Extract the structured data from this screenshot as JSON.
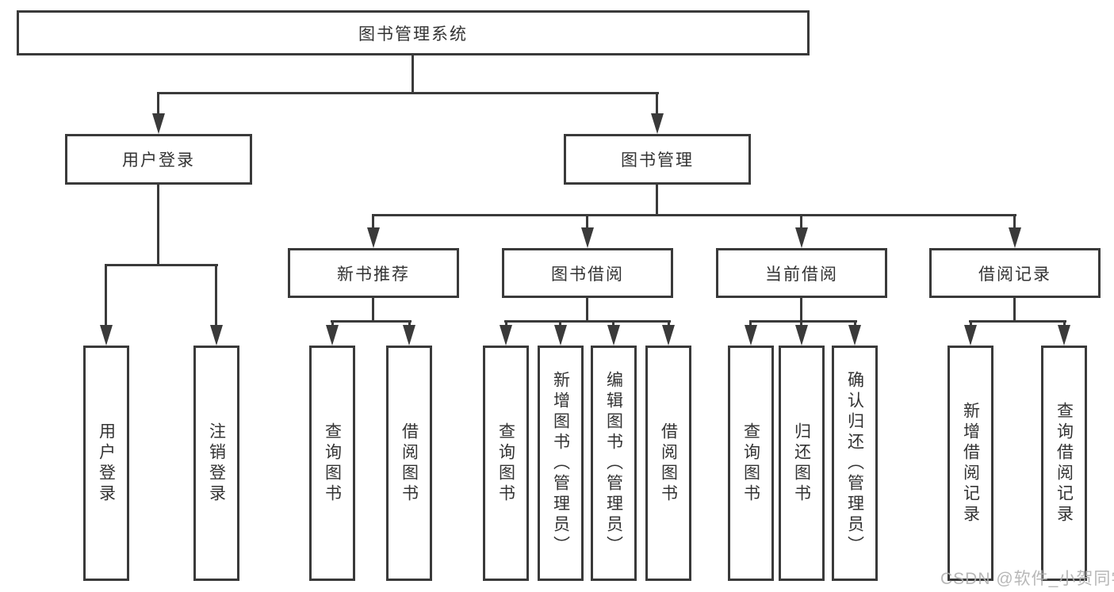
{
  "diagram": {
    "title": "图书管理系统",
    "type": "hierarchy-tree"
  },
  "colors": {
    "line": "#3a3a3a",
    "text": "#333333",
    "box_bg": "#ffffff",
    "watermark": "#b0b0b0"
  },
  "nodes": {
    "root": {
      "label": "图书管理系统"
    },
    "user_login": {
      "label": "用户登录"
    },
    "book_mgmt": {
      "label": "图书管理"
    },
    "new_book_rec": {
      "label": "新书推荐"
    },
    "book_borrow": {
      "label": "图书借阅"
    },
    "current_borrow": {
      "label": "当前借阅"
    },
    "borrow_record": {
      "label": "借阅记录"
    },
    "leaf_user_login": {
      "label": "用户登录"
    },
    "leaf_logout": {
      "label": "注销登录"
    },
    "leaf_query_book_rec": {
      "label": "查询图书"
    },
    "leaf_borrow_book_rec": {
      "label": "借阅图书"
    },
    "leaf_query_book_borrow": {
      "label": "查询图书"
    },
    "leaf_add_book_admin": {
      "label": "新增图书（管理员）"
    },
    "leaf_edit_book_admin": {
      "label": "编辑图书（管理员）"
    },
    "leaf_borrow_book_borrow": {
      "label": "借阅图书"
    },
    "leaf_query_book_current": {
      "label": "查询图书"
    },
    "leaf_return_book": {
      "label": "归还图书"
    },
    "leaf_confirm_return_admin": {
      "label": "确认归还（管理员）"
    },
    "leaf_add_borrow_record": {
      "label": "新增借阅记录"
    },
    "leaf_query_borrow_record": {
      "label": "查询借阅记录"
    }
  },
  "watermark": {
    "text": "CSDN @软件_小贺同学"
  }
}
